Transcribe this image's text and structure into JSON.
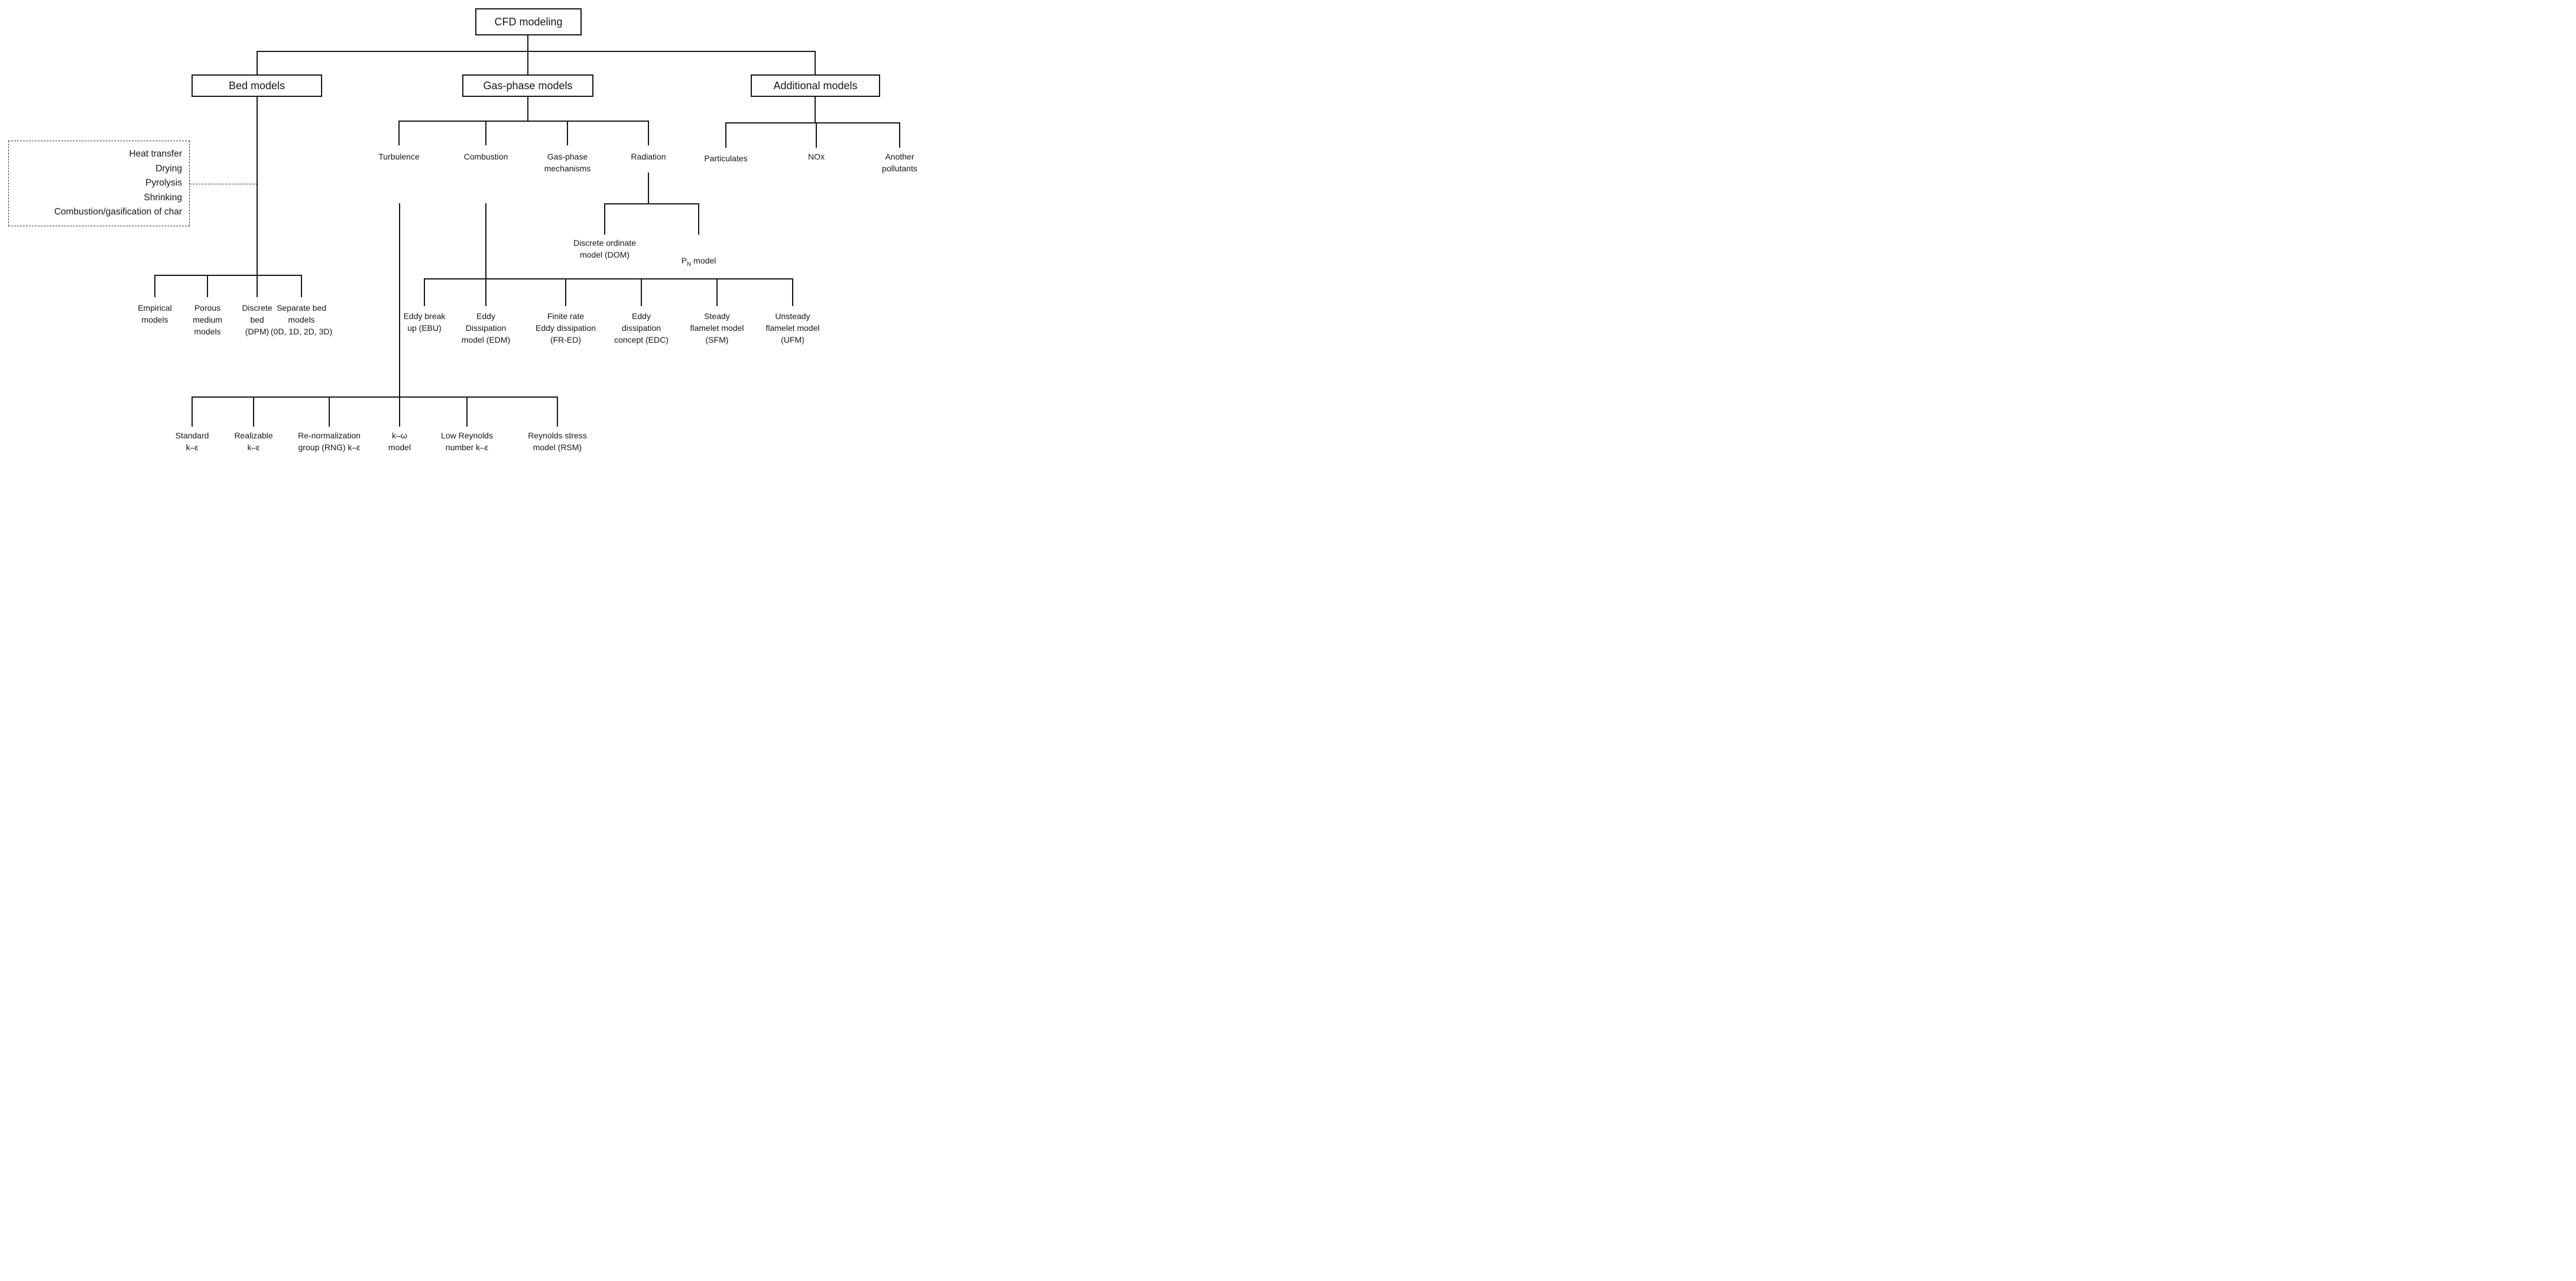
{
  "page": {
    "background": "#ffffff",
    "line_color": "#161616",
    "text_color": "#161616"
  },
  "root": {
    "label": "CFD modeling"
  },
  "level2": [
    {
      "label": "Bed models"
    },
    {
      "label": "Gas-phase models"
    },
    {
      "label": "Additional models"
    }
  ],
  "bed_process_note": "Heat transfer\nDrying\nPyrolysis\nShrinking\nCombustion/gasification of char",
  "bed_children": [
    "Empirical\nmodels",
    "Porous\nmedium\nmodels",
    "Discrete\nbed\n(DPM)",
    "Separate bed\nmodels\n(0D, 1D, 2D, 3D)"
  ],
  "gas_children": [
    "Turbulence",
    "Combustion",
    "Gas-phase\nmechanisms",
    "Radiation"
  ],
  "radiation_children": {
    "dom": "Discrete ordinate\nmodel (DOM)",
    "pn": {
      "base": "P",
      "sub": "N",
      "rest": " model"
    }
  },
  "combustion_children": [
    "Eddy break\nup (EBU)",
    "Eddy\nDissipation\nmodel (EDM)",
    "Finite rate\nEddy dissipation\n(FR-ED)",
    "Eddy\ndissipation\nconcept (EDC)",
    "Steady\nflamelet model\n(SFM)",
    "Unsteady\nflamelet model\n(UFM)"
  ],
  "turbulence_children": [
    "Standard\nk–ε",
    "Realizable\nk–ε",
    "Re-normalization\ngroup (RNG) k–ε",
    "k–ω\nmodel",
    "Low Reynolds\nnumber k–ε",
    "Reynolds stress\nmodel (RSM)"
  ],
  "additional_children": [
    "Particulates",
    "NOx",
    "Another\npollutants"
  ]
}
